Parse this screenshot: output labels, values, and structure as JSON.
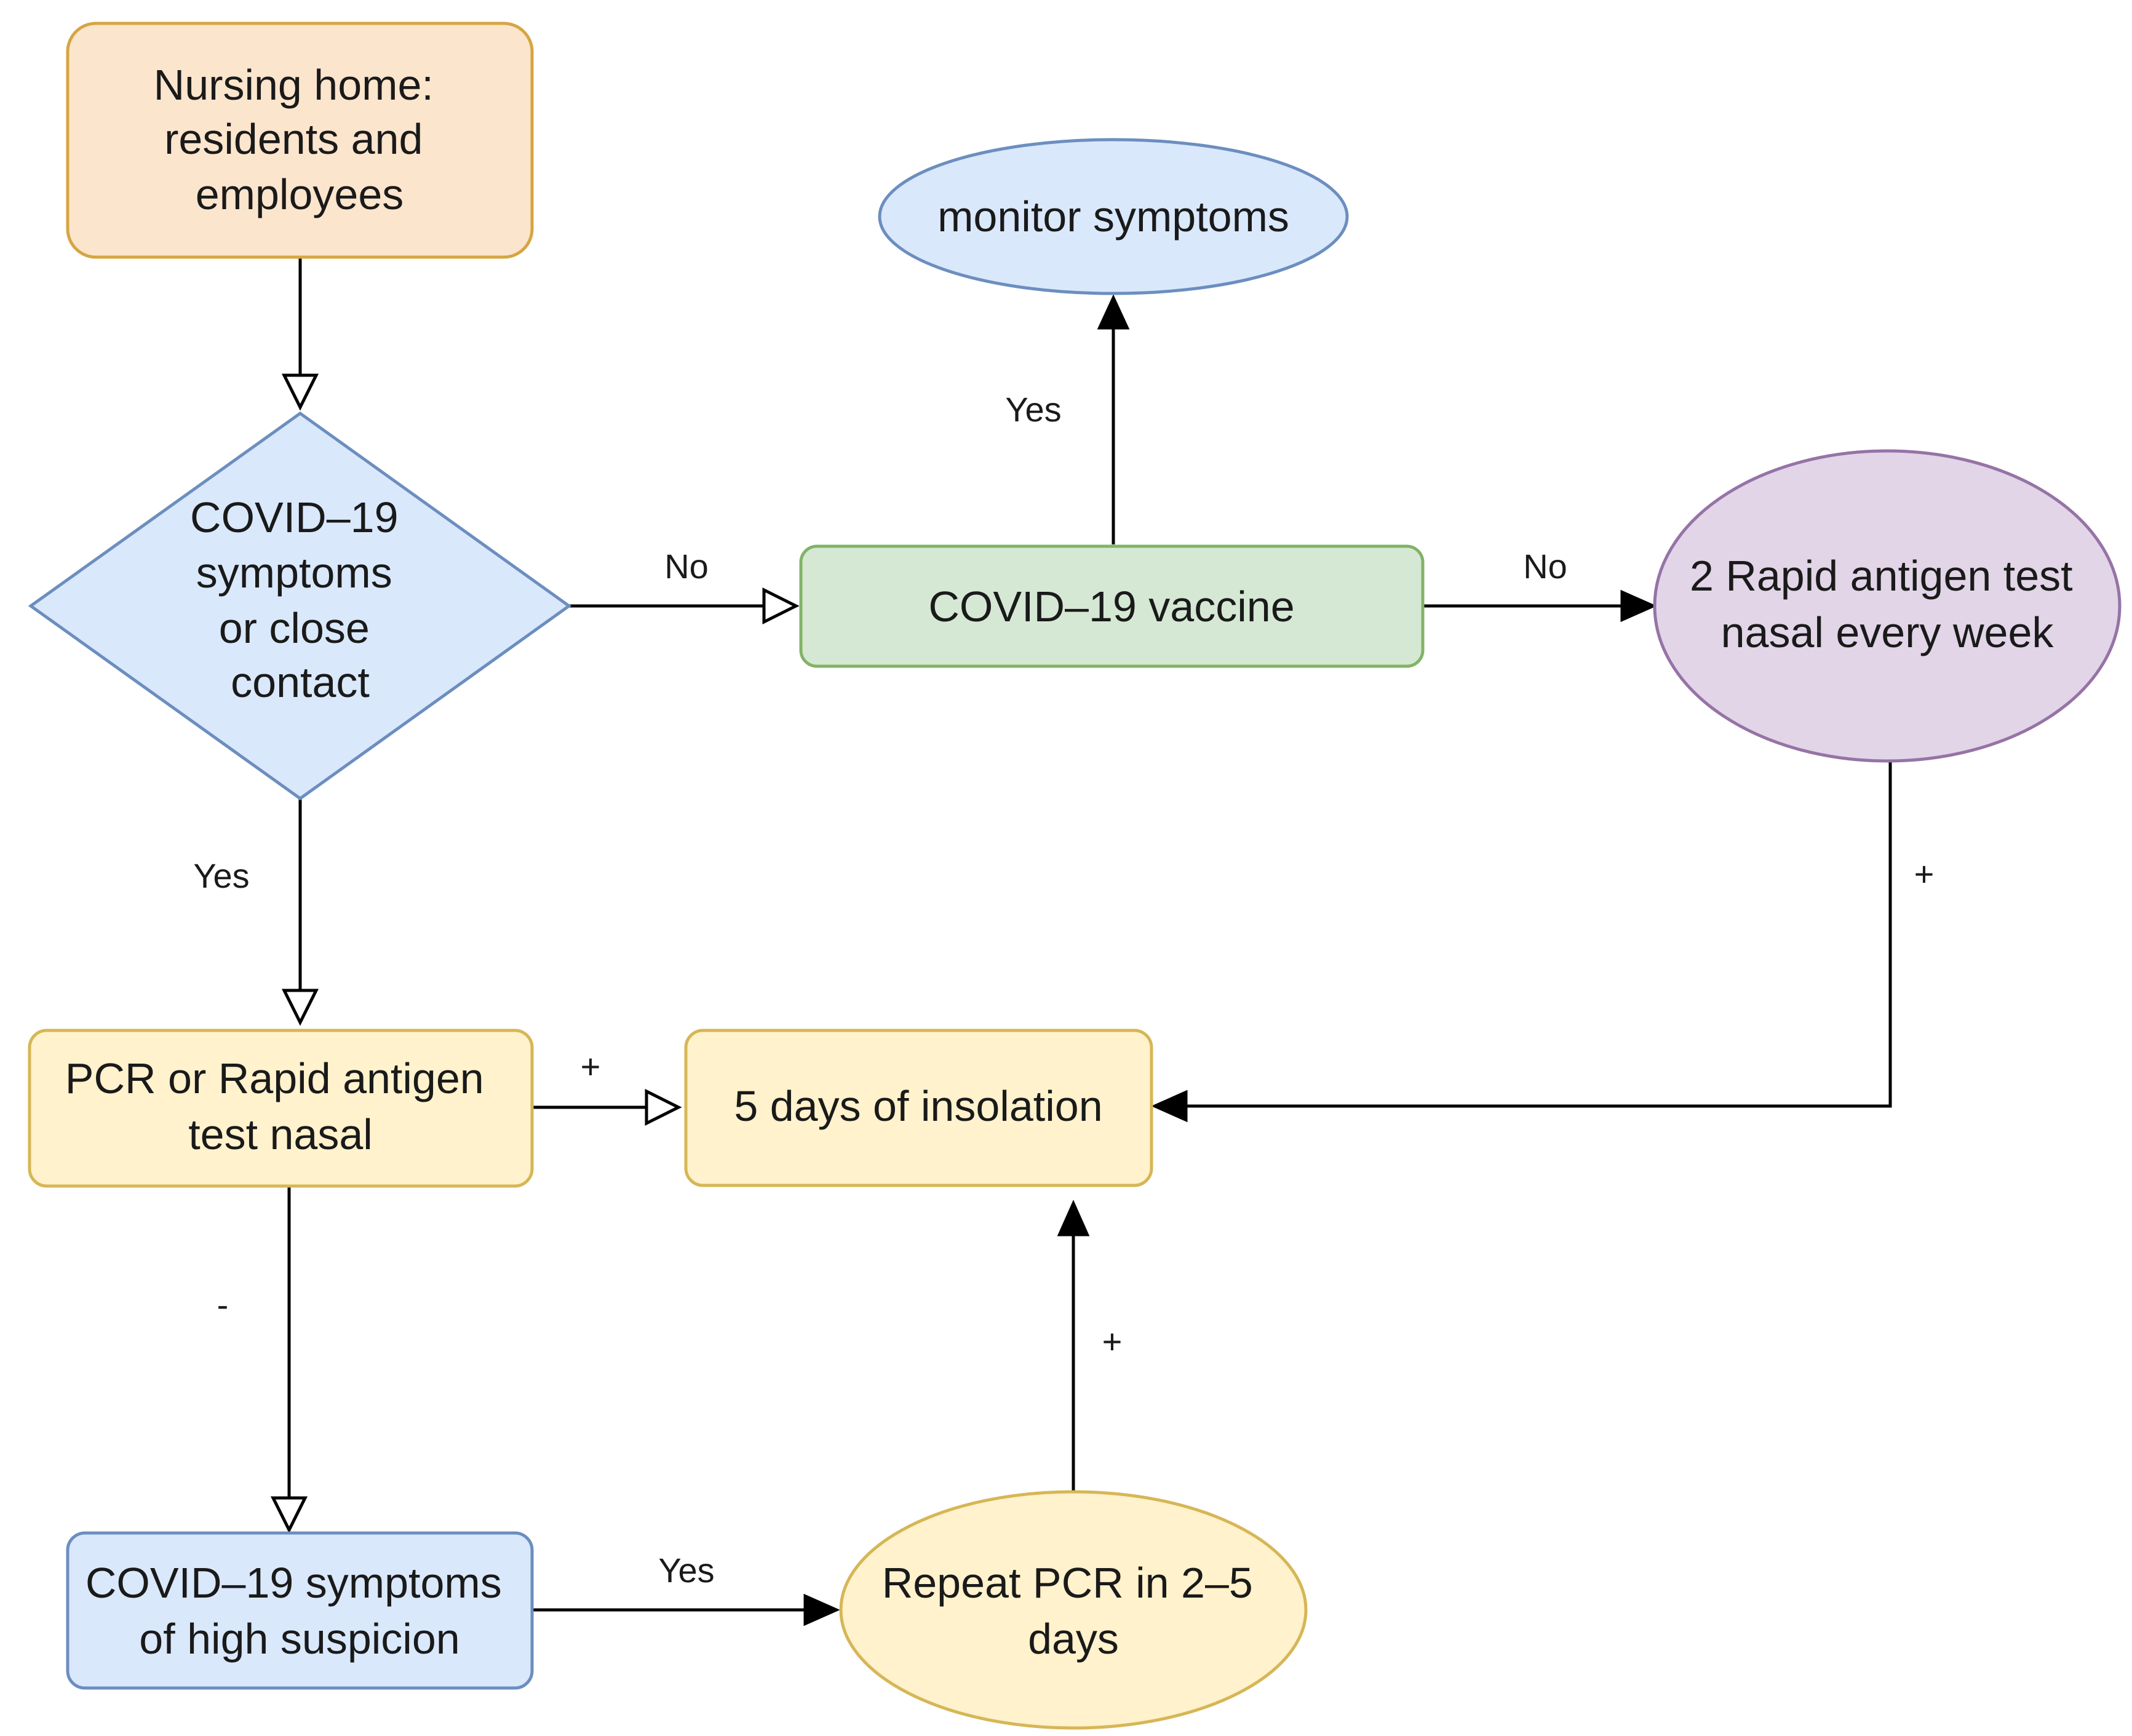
{
  "nodes": {
    "nursing_home": {
      "lines": [
        "Nursing home:",
        "residents and",
        "employees"
      ],
      "fill": "#fce5cd",
      "stroke": "#d6a542"
    },
    "symptoms_decision": {
      "lines": [
        "COVID–19",
        "symptoms",
        "or close",
        "contact"
      ],
      "fill": "#dae8fc",
      "stroke": "#6c8ebf"
    },
    "vaccine": {
      "lines": [
        "COVID–19 vaccine"
      ],
      "fill": "#d5e8d4",
      "stroke": "#82b366"
    },
    "monitor": {
      "lines": [
        "monitor symptoms"
      ],
      "fill": "#dae8fc",
      "stroke": "#6c8ebf"
    },
    "rapid_weekly": {
      "lines": [
        "2 Rapid antigen test",
        "nasal every week"
      ],
      "fill": "#e1d5e7",
      "stroke": "#9673a6"
    },
    "pcr_test": {
      "lines": [
        "PCR or Rapid antigen",
        "test nasal"
      ],
      "fill": "#fff2cc",
      "stroke": "#d6b656"
    },
    "isolation": {
      "lines": [
        "5 days of insolation"
      ],
      "fill": "#fff2cc",
      "stroke": "#d6b656"
    },
    "high_suspicion": {
      "lines": [
        "COVID–19 symptoms",
        "of high suspicion"
      ],
      "fill": "#dae8fc",
      "stroke": "#6c8ebf"
    },
    "repeat_pcr": {
      "lines": [
        "Repeat PCR in 2–5",
        "days"
      ],
      "fill": "#fff2cc",
      "stroke": "#d6b656"
    }
  },
  "edge_labels": {
    "decision_no": "No",
    "decision_yes": "Yes",
    "vaccine_yes": "Yes",
    "vaccine_no": "No",
    "rapid_positive": "+",
    "pcr_positive": "+",
    "pcr_negative": "-",
    "suspicion_yes": "Yes",
    "repeat_positive": "+"
  }
}
